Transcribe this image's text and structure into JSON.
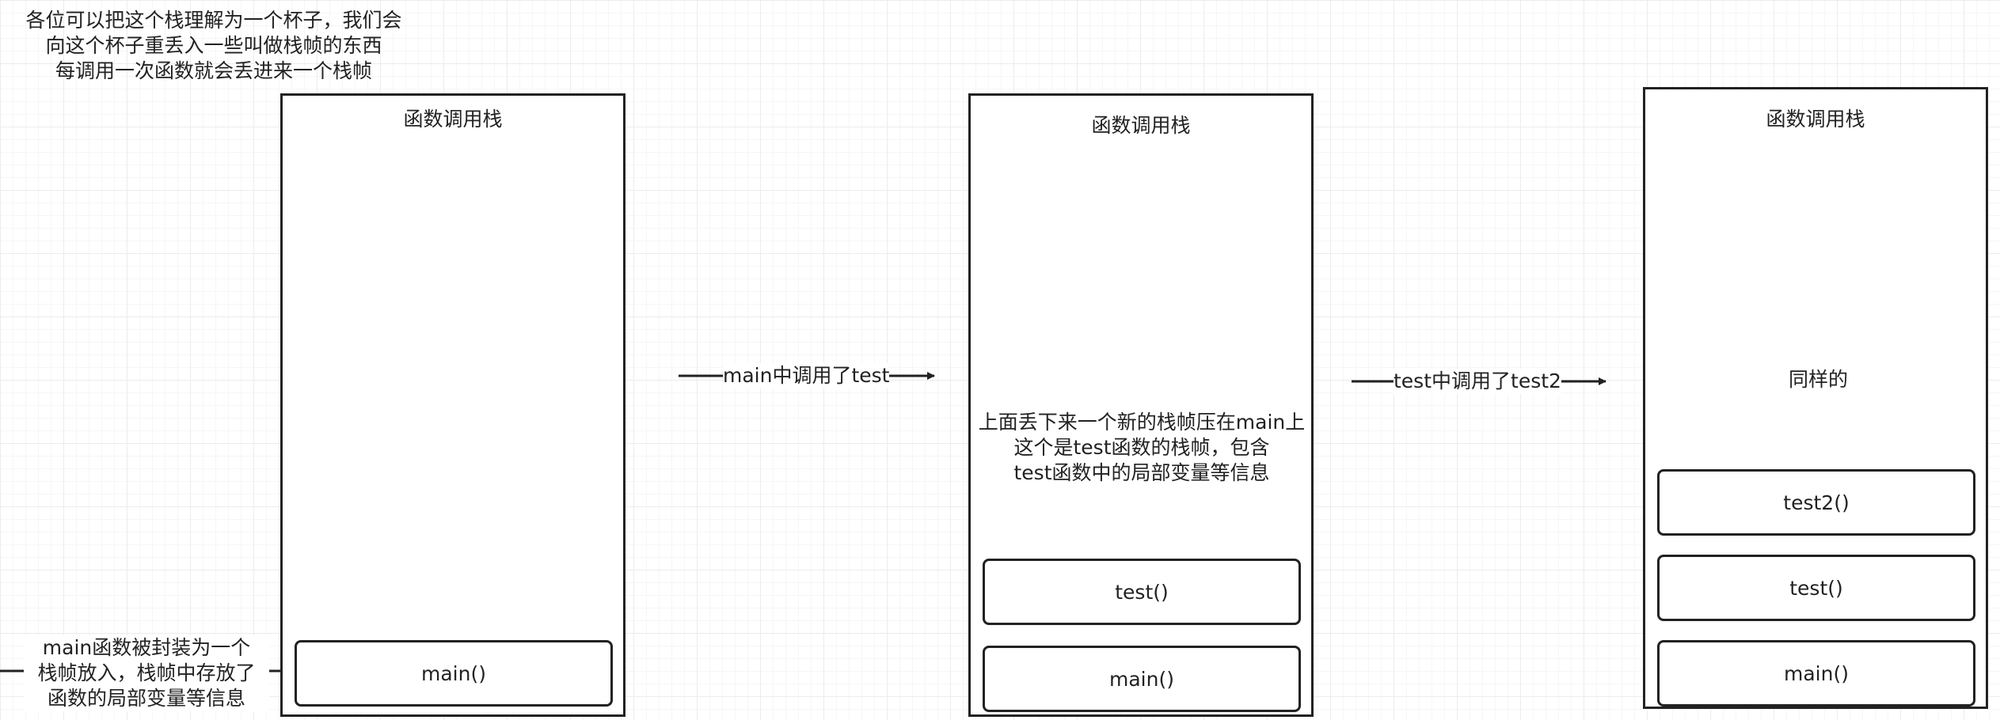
{
  "intro_note": [
    "各位可以把这个栈理解为一个杯子，我们会",
    "向这个杯子重丢入一些叫做栈帧的东西",
    "每调用一次函数就会丢进来一个栈帧"
  ],
  "main_note": [
    "main函数被封装为一个",
    "栈帧放入，栈帧中存放了",
    "函数的局部变量等信息"
  ],
  "stacks": [
    {
      "title": "函数调用栈",
      "frames": [
        "main()"
      ]
    },
    {
      "title": "函数调用栈",
      "frames": [
        "test()",
        "main()"
      ]
    },
    {
      "title": "函数调用栈",
      "frames": [
        "test2()",
        "test()",
        "main()"
      ]
    }
  ],
  "transitions": [
    "main中调用了test",
    "test中调用了test2"
  ],
  "push_note_1": [
    "上面丢下来一个新的栈帧压在main上",
    "这个是test函数的栈帧，包含",
    "test函数中的局部变量等信息"
  ],
  "push_note_2": "同样的"
}
